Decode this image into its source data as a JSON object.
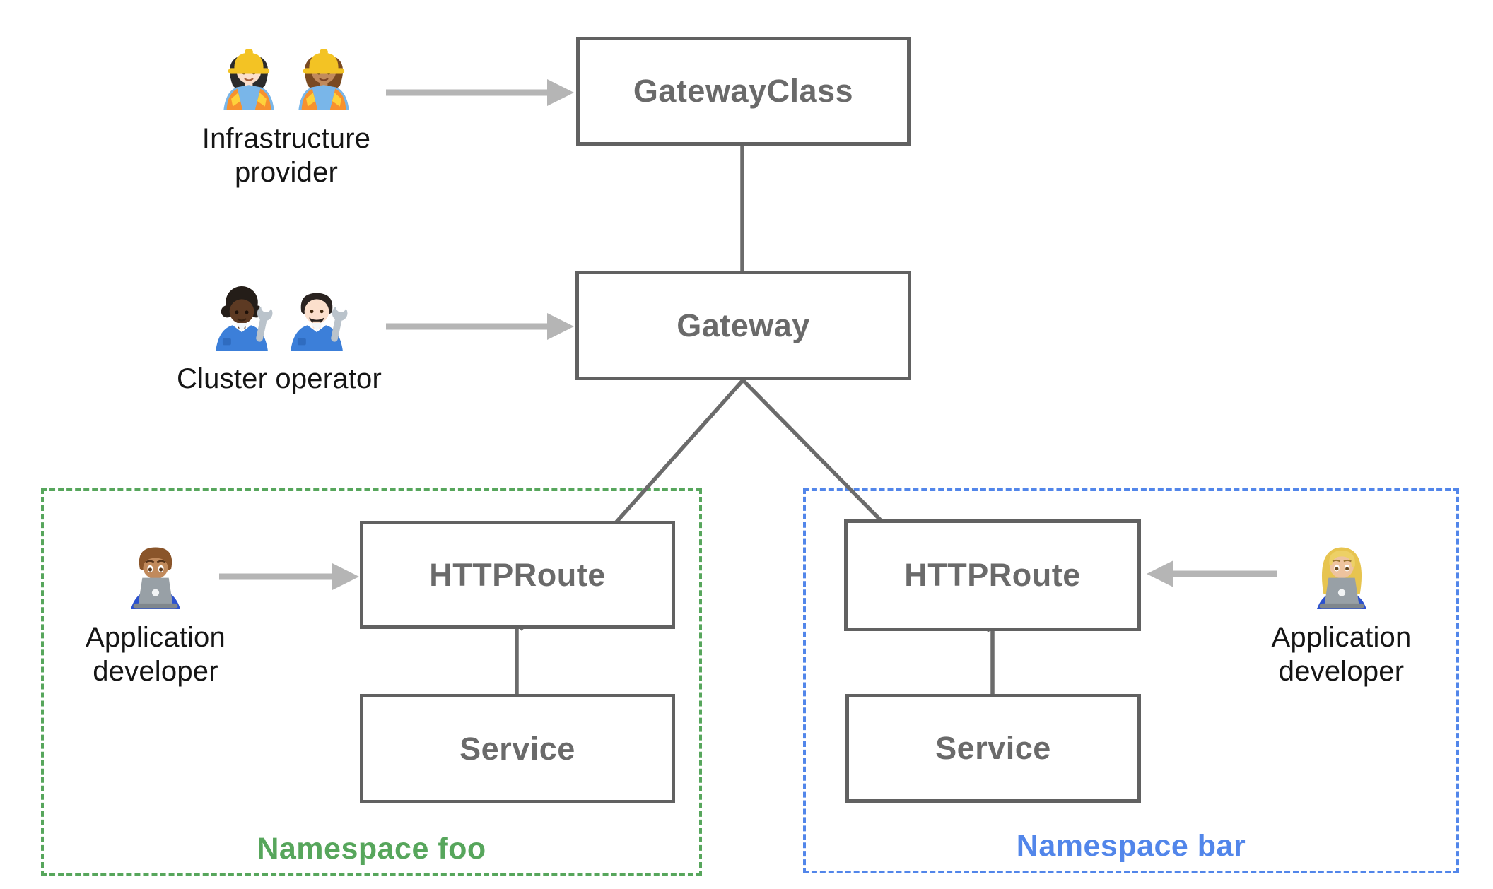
{
  "colors": {
    "box_border": "#616161",
    "box_text": "#6a6a6a",
    "wire": "#6b6b6b",
    "arrow": "#b5b5b5",
    "namespace_foo": "#57a65c",
    "namespace_bar": "#5286ea",
    "actor_text": "#151515",
    "background": "#ffffff"
  },
  "nodes": {
    "gateway_class": "GatewayClass",
    "gateway": "Gateway",
    "httproute_foo": "HTTPRoute",
    "service_foo": "Service",
    "httproute_bar": "HTTPRoute",
    "service_bar": "Service"
  },
  "actors": {
    "infrastructure_provider": {
      "label": "Infrastructure provider",
      "icons": [
        "👷🏻‍♀️",
        "👷🏽‍♀️"
      ]
    },
    "cluster_operator": {
      "label": "Cluster operator",
      "icons": [
        "🧑🏿‍🔧",
        "👨🏻‍🔧"
      ]
    },
    "app_developer_foo": {
      "label": "Application developer",
      "icons": [
        "👨🏽‍💻"
      ]
    },
    "app_developer_bar": {
      "label": "Application developer",
      "icons": [
        "👩🏼‍💻"
      ]
    }
  },
  "namespaces": {
    "foo": {
      "label": "Namespace foo"
    },
    "bar": {
      "label": "Namespace bar"
    }
  }
}
